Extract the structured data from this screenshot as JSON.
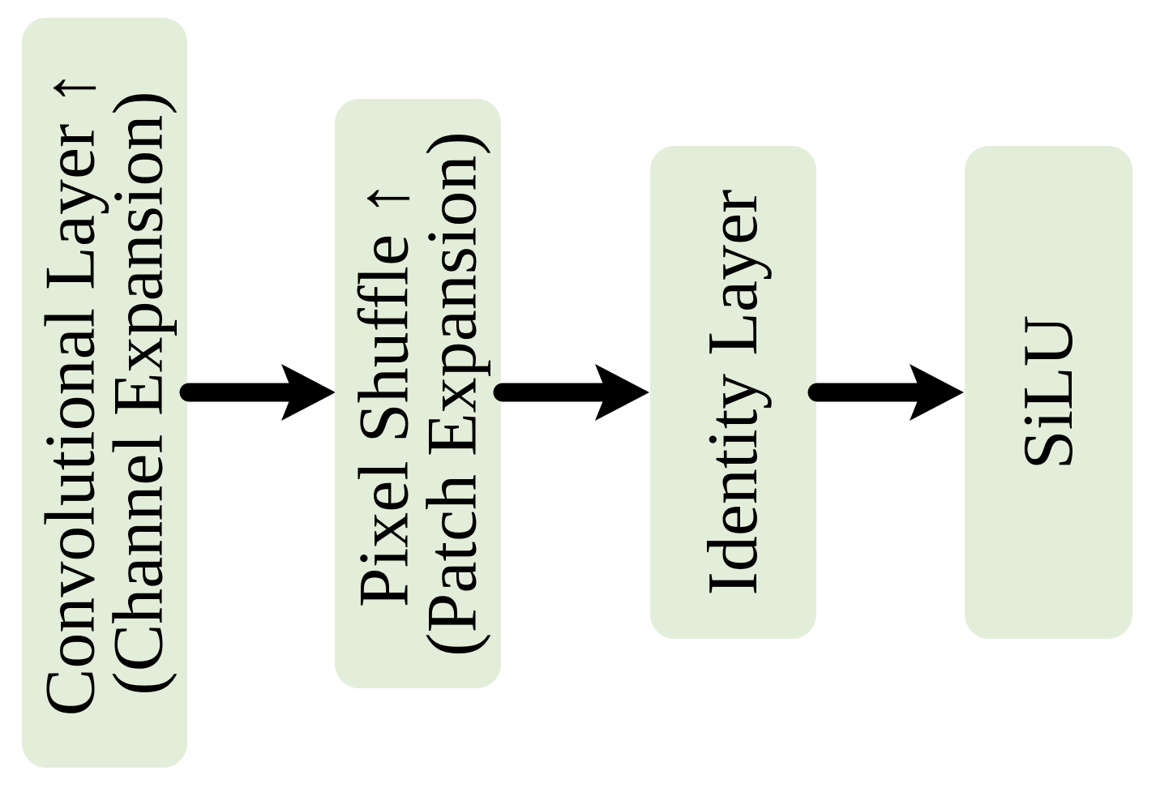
{
  "diagram": {
    "description": "Upsampling block flow diagram",
    "colors": {
      "background": "#ffffff",
      "node_fill": "#e2eeda",
      "text": "#000000",
      "arrow": "#000000"
    },
    "nodes": [
      {
        "id": "convolutional-layer",
        "line1": "Convolutional Layer ↑",
        "line2": "(Channel Expansion)"
      },
      {
        "id": "pixel-shuffle",
        "line1": "Pixel Shuffle ↑",
        "line2": "(Patch Expansion)"
      },
      {
        "id": "identity-layer",
        "line1": "Identity Layer"
      },
      {
        "id": "silu",
        "line1": "SiLU"
      }
    ],
    "arrows": [
      {
        "from": "convolutional-layer",
        "to": "pixel-shuffle"
      },
      {
        "from": "pixel-shuffle",
        "to": "identity-layer"
      },
      {
        "from": "identity-layer",
        "to": "silu"
      }
    ]
  }
}
